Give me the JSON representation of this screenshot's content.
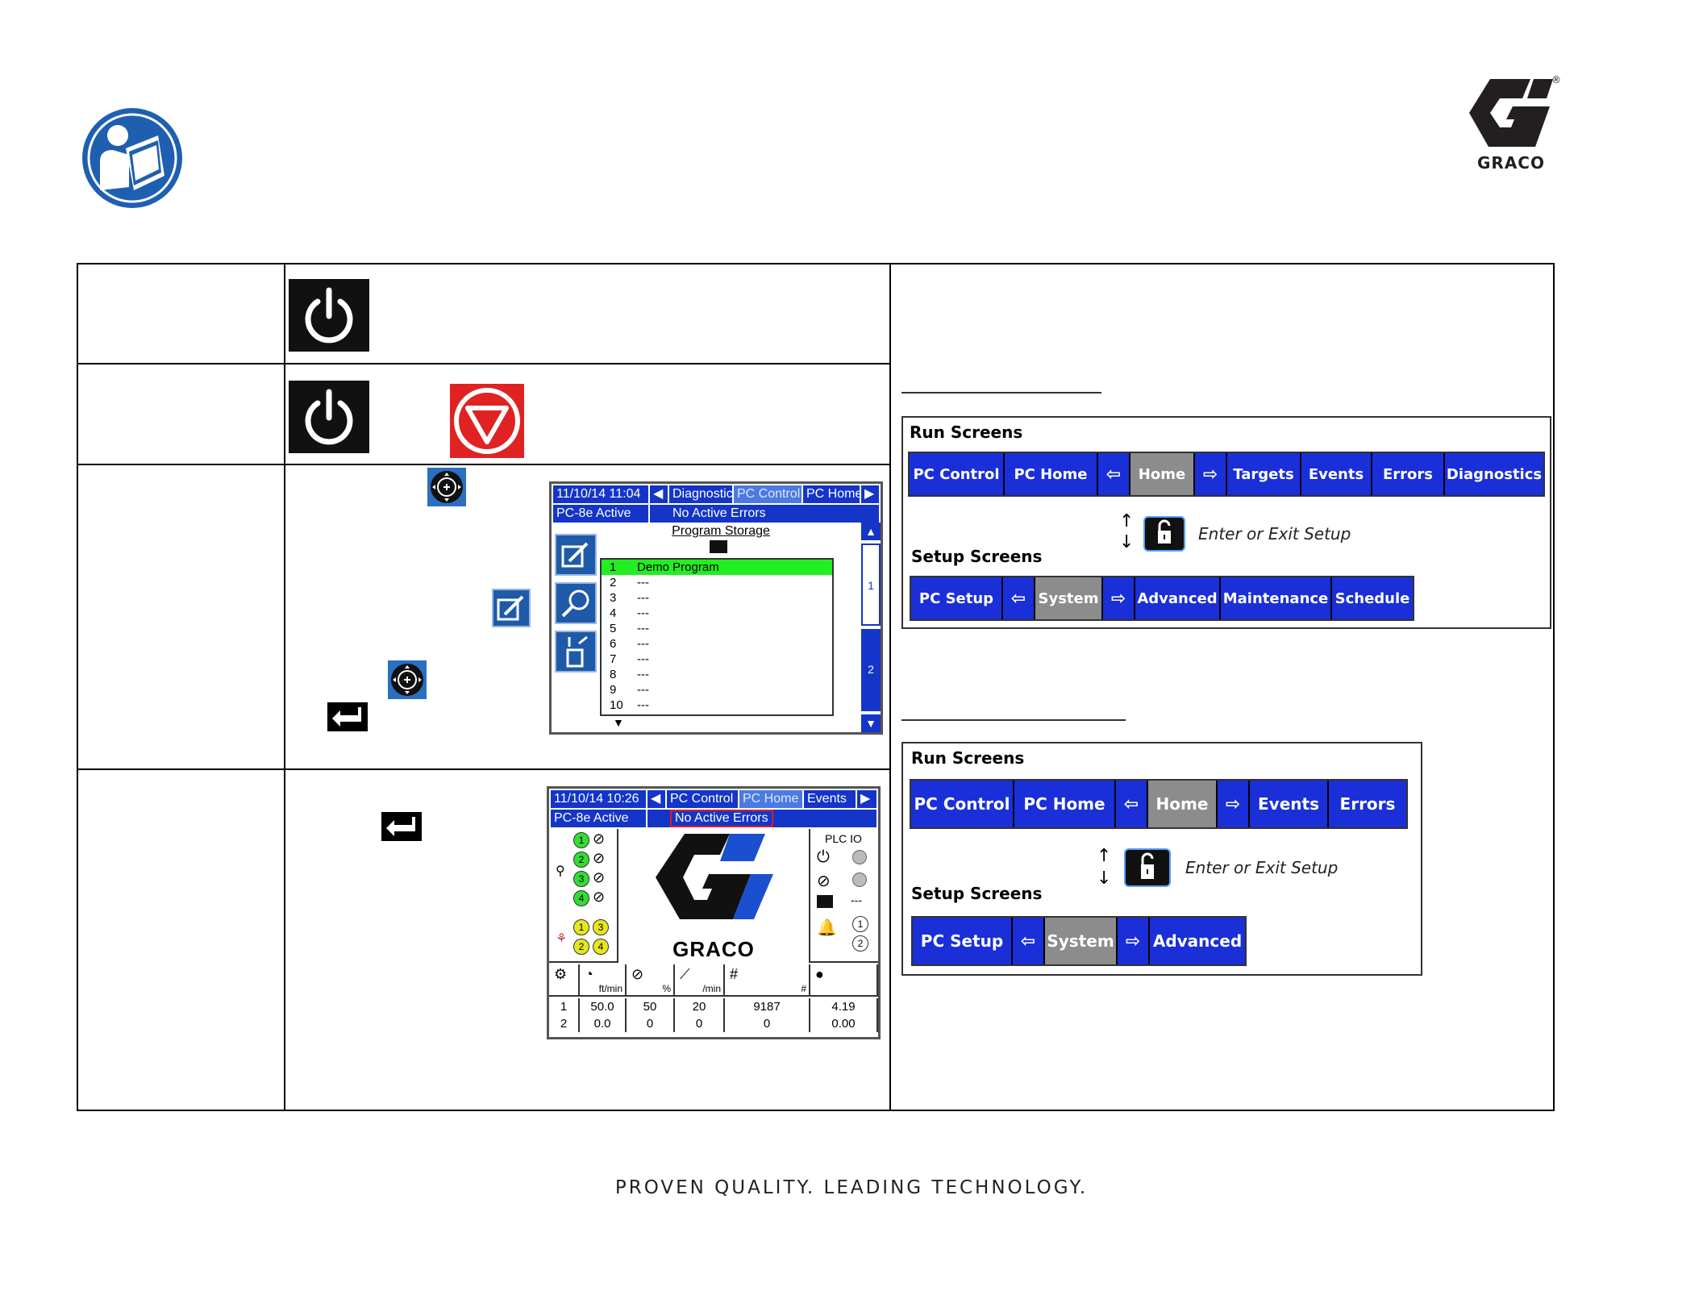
{
  "brand": {
    "name": "GRACO",
    "registered": "®"
  },
  "icons": {
    "manual": "manual-reader-icon",
    "power": "power-icon",
    "stop": "stop-icon",
    "knob": "navigation-knob-icon",
    "edit": "edit-icon",
    "enter": "enter-key-icon",
    "lock": "lock-icon"
  },
  "colors": {
    "hmi_blue": "#1435c8",
    "nav_blue": "#1a2fd8",
    "nav_gray": "#8c8c8c",
    "stop_red": "#e02222",
    "program_green": "#22ee22",
    "status_outline": "#e01c1c"
  },
  "hmi_program": {
    "header": {
      "datetime": "11/10/14 11:04",
      "tabs": [
        "Diagnostic",
        "PC Control",
        "PC Home"
      ],
      "active_tab": "PC Control"
    },
    "status": {
      "left": "PC-8e Active",
      "right": "No Active Errors"
    },
    "title": "Program Storage",
    "programs": [
      {
        "num": "1",
        "name": "Demo Program"
      },
      {
        "num": "2",
        "name": "---"
      },
      {
        "num": "3",
        "name": "---"
      },
      {
        "num": "4",
        "name": "---"
      },
      {
        "num": "5",
        "name": "---"
      },
      {
        "num": "6",
        "name": "---"
      },
      {
        "num": "7",
        "name": "---"
      },
      {
        "num": "8",
        "name": "---"
      },
      {
        "num": "9",
        "name": "---"
      },
      {
        "num": "10",
        "name": "---"
      }
    ],
    "pages": [
      "1",
      "2"
    ]
  },
  "hmi_home": {
    "header": {
      "datetime": "11/10/14 10:26",
      "tabs": [
        "PC Control",
        "PC Home",
        "Events"
      ],
      "active_tab": "PC Home"
    },
    "status": {
      "left": "PC-8e Active",
      "right": "No Active Errors"
    },
    "guns_top": [
      "1",
      "2",
      "3",
      "4"
    ],
    "guns_bottom": [
      "1",
      "3",
      "2",
      "4"
    ],
    "plc_label": "PLC IO",
    "plc_value": "---",
    "plc_numbers": [
      "1",
      "2"
    ],
    "logo_text": "GRACO",
    "columns": [
      "",
      "ft/min",
      "%",
      "/min",
      "#",
      ""
    ],
    "rows": [
      [
        "1",
        "50.0",
        "50",
        "20",
        "9187",
        "4.19"
      ],
      [
        "2",
        "0.0",
        "0",
        "0",
        "0",
        "0.00"
      ]
    ]
  },
  "nav_panel_1": {
    "run_heading": "Run Screens",
    "run_buttons": [
      "PC Control",
      "PC Home",
      "Home",
      "Targets",
      "Events",
      "Errors",
      "Diagnostics"
    ],
    "setup_text": "Enter or Exit Setup",
    "setup_heading": "Setup Screens",
    "setup_buttons": [
      "PC Setup",
      "System",
      "Advanced",
      "Maintenance",
      "Schedule"
    ]
  },
  "nav_panel_2": {
    "run_heading": "Run Screens",
    "run_buttons": [
      "PC Control",
      "PC Home",
      "Home",
      "Events",
      "Errors"
    ],
    "setup_text": "Enter or Exit Setup",
    "setup_heading": "Setup Screens",
    "setup_buttons": [
      "PC Setup",
      "System",
      "Advanced"
    ]
  },
  "footer": {
    "tagline": "PROVEN QUALITY. LEADING TECHNOLOGY."
  }
}
